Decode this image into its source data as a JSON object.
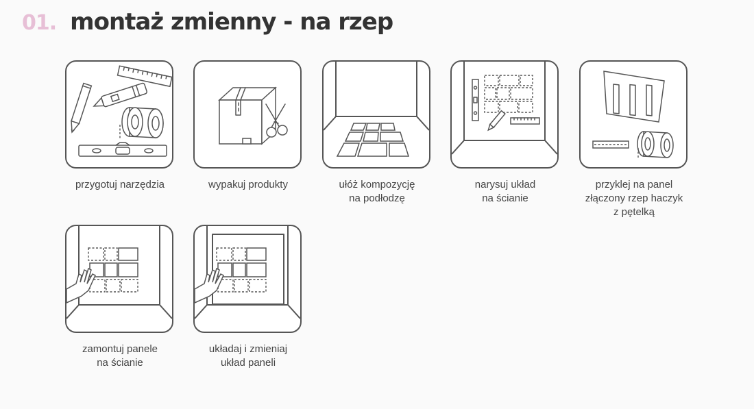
{
  "header": {
    "step_number": "01.",
    "title": "montaż zmienny - na rzep"
  },
  "steps": [
    {
      "caption": "przygotuj narzędzia",
      "icon": "tools-icon"
    },
    {
      "caption": "wypakuj produkty",
      "icon": "box-scissors-icon"
    },
    {
      "caption": "ułóż kompozycję\nna podłodzę",
      "icon": "floor-layout-icon"
    },
    {
      "caption": "narysuj układ\nna ścianie",
      "icon": "wall-drawing-icon"
    },
    {
      "caption": "przyklej na panel\nzłączony rzep haczyk\nz pętelką",
      "icon": "panel-velcro-icon"
    },
    {
      "caption": "zamontuj panele\nna ścianie",
      "icon": "mount-panels-icon"
    },
    {
      "caption": "układaj i zmieniaj\nukład paneli",
      "icon": "rearrange-panels-icon"
    }
  ]
}
